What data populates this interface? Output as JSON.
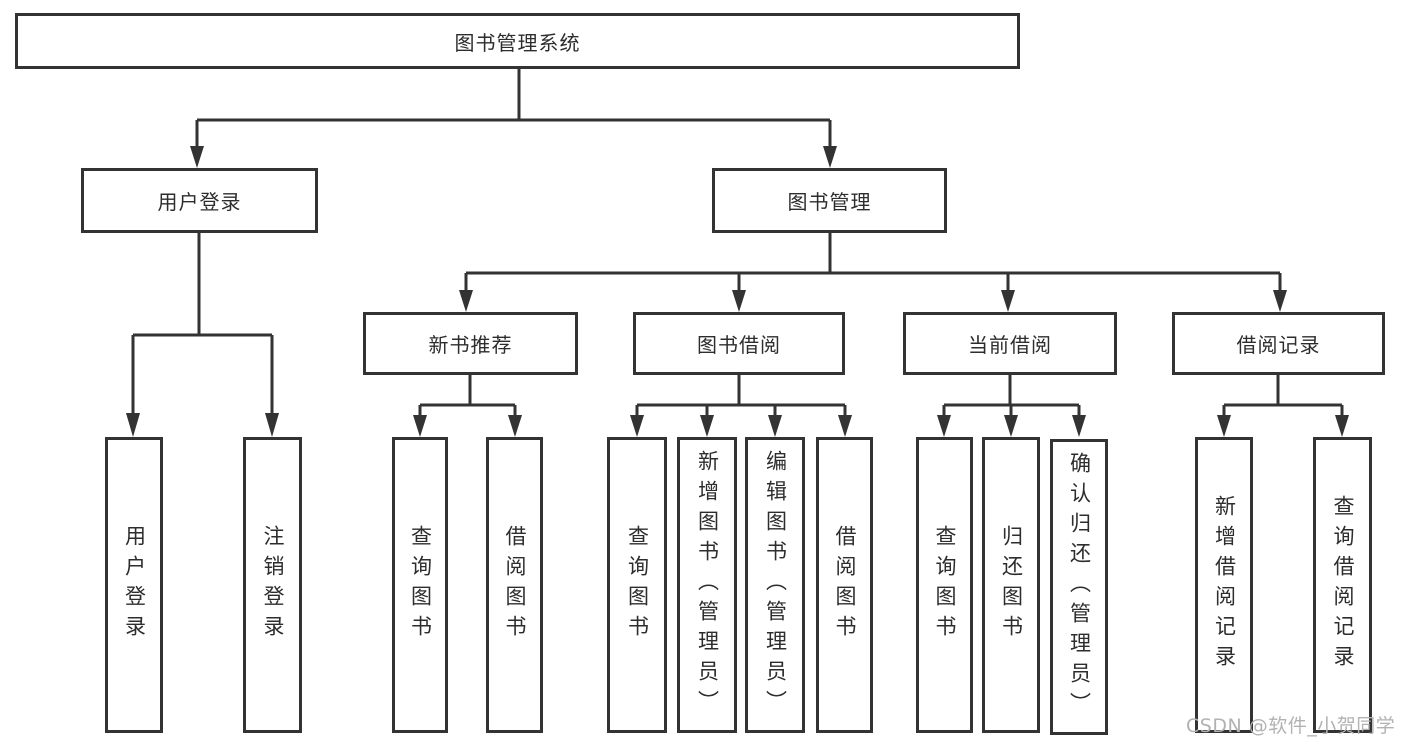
{
  "root": {
    "label": "图书管理系统"
  },
  "level1": {
    "user_login": {
      "label": "用户登录"
    },
    "book_mgmt": {
      "label": "图书管理"
    }
  },
  "level2": {
    "new_books": {
      "label": "新书推荐"
    },
    "book_borrow": {
      "label": "图书借阅"
    },
    "current_borrow": {
      "label": "当前借阅"
    },
    "borrow_records": {
      "label": "借阅记录"
    }
  },
  "level3": {
    "user_login": [
      "用户登录",
      "注销登录"
    ],
    "new_books": [
      "查询图书",
      "借阅图书"
    ],
    "book_borrow": [
      "查询图书",
      "新增图书（管理员）",
      "编辑图书（管理员）",
      "借阅图书"
    ],
    "current_borrow": [
      "查询图书",
      "归还图书",
      "确认归还（管理员）"
    ],
    "borrow_records": [
      "新增借阅记录",
      "查询借阅记录"
    ]
  },
  "watermark": "CSDN @软件_小贺同学",
  "colors": {
    "line": "#333333",
    "text": "#2d2d2d",
    "watermark": "#b2b2b2",
    "background": "#ffffff"
  }
}
